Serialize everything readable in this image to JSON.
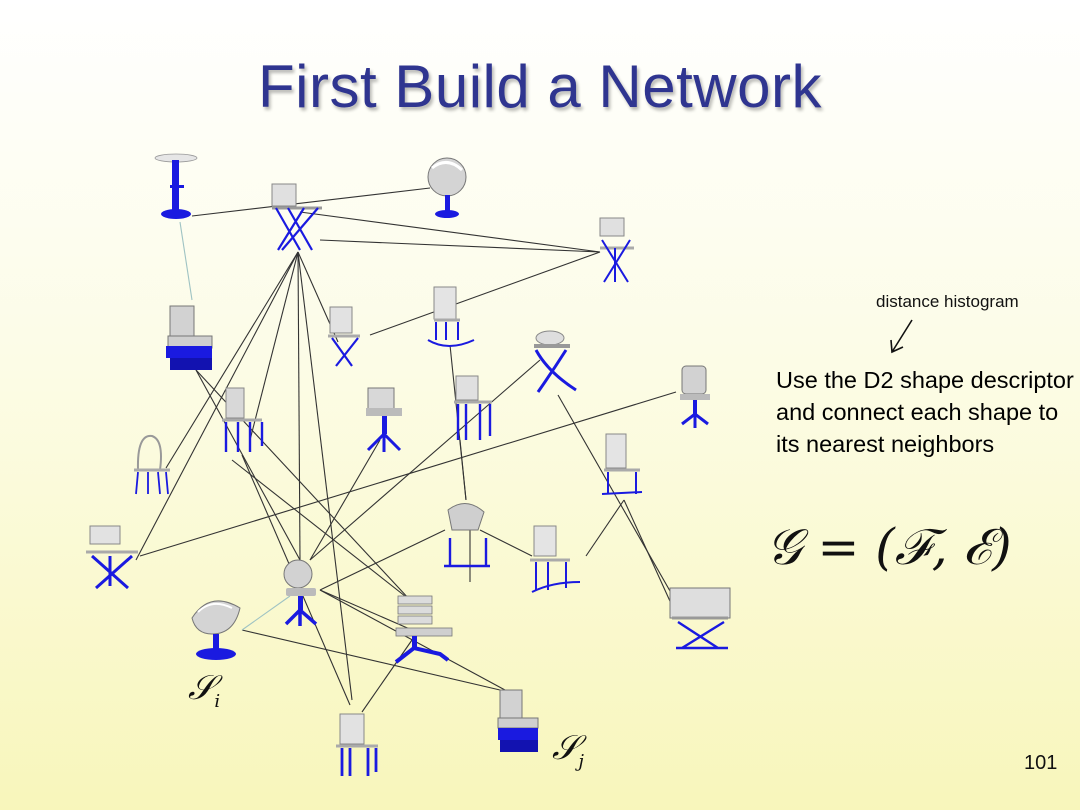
{
  "slide": {
    "title": "First Build a Network",
    "annotation": "distance histogram",
    "description": "Use the D2 shape descriptor and connect each shape to its nearest neighbors",
    "formula": "𝒢 = (ℱ, ℰ)",
    "label_si": {
      "symbol": "𝒮",
      "subscript": "i"
    },
    "label_sj": {
      "symbol": "𝒮",
      "subscript": "j"
    },
    "page_number": "101"
  },
  "colors": {
    "title": "#2f3590",
    "shape_blue": "#1a1ae0",
    "shape_grey": "#d2d2d2",
    "edge": "#333333"
  }
}
